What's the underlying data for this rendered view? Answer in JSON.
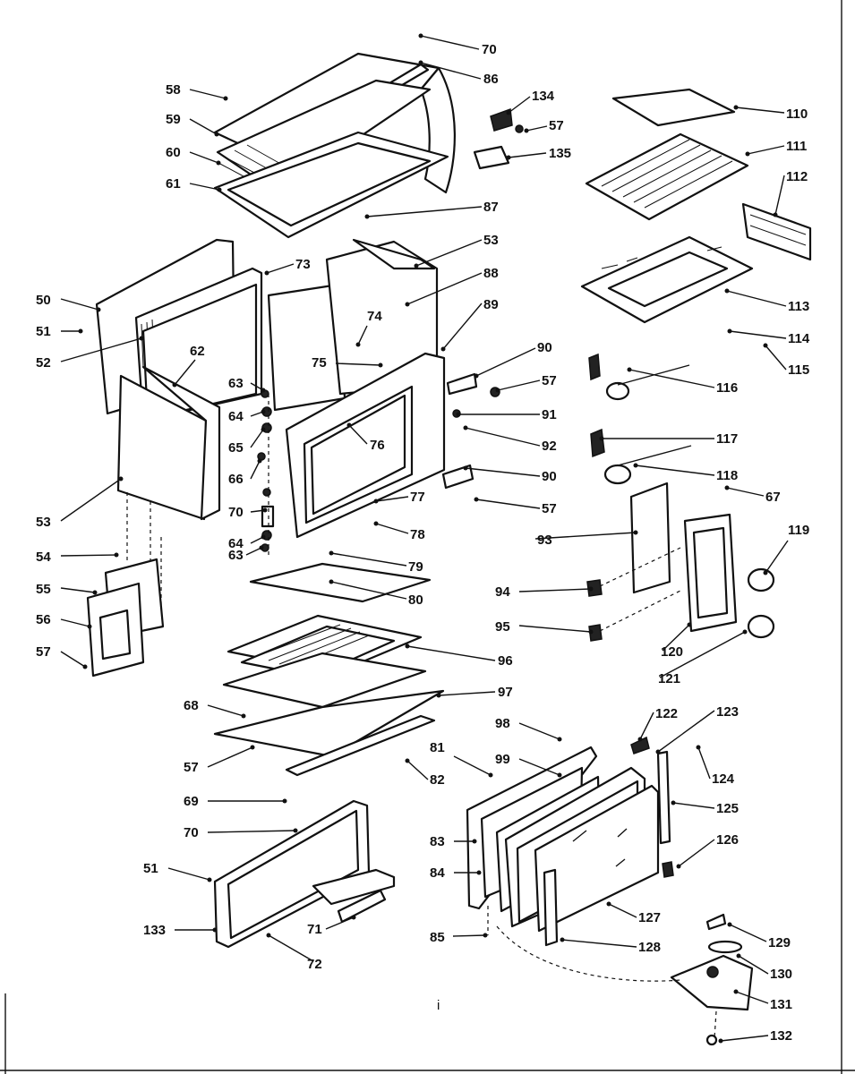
{
  "callouts": [
    "70",
    "86",
    "58",
    "134",
    "59",
    "57",
    "110",
    "60",
    "135",
    "111",
    "61",
    "112",
    "87",
    "53",
    "73",
    "88",
    "50",
    "113",
    "89",
    "74",
    "51",
    "114",
    "90",
    "52",
    "75",
    "62",
    "115",
    "57",
    "63",
    "116",
    "91",
    "64",
    "76",
    "92",
    "65",
    "117",
    "90",
    "66",
    "77",
    "118",
    "57",
    "53",
    "67",
    "70",
    "78",
    "64",
    "93",
    "119",
    "54",
    "63",
    "79",
    "55",
    "80",
    "94",
    "56",
    "95",
    "120",
    "57",
    "96",
    "121",
    "97",
    "68",
    "98",
    "122",
    "123",
    "81",
    "99",
    "57",
    "124",
    "82",
    "69",
    "125",
    "83",
    "70",
    "126",
    "84",
    "51",
    "133",
    "71",
    "127",
    "85",
    "128",
    "72",
    "129",
    "130",
    "131",
    "132"
  ],
  "footer_mark": "i"
}
